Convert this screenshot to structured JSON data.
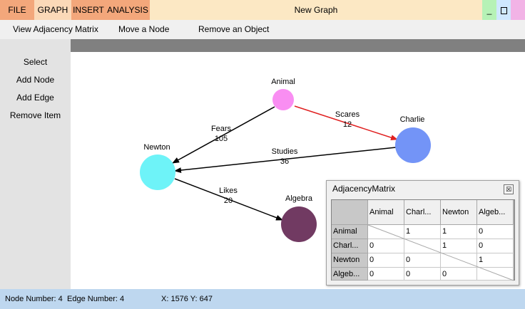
{
  "menu": {
    "file": "FILE",
    "graph": "GRAPH",
    "insert": "INSERT",
    "analysis": "ANALYSIS"
  },
  "window": {
    "title": "New Graph",
    "minimize": "_"
  },
  "toolbar": {
    "view_adjacency": "View Adjacency Matrix",
    "move_node": "Move a Node",
    "remove_object": "Remove an Object"
  },
  "sidebar": {
    "items": [
      "Select",
      "Add Node",
      "Add Edge",
      "Remove Item"
    ]
  },
  "graph": {
    "nodes": [
      {
        "name": "Animal",
        "color": "#f98ef2"
      },
      {
        "name": "Charlie",
        "color": "#7394f7"
      },
      {
        "name": "Newton",
        "color": "#6ef3f8"
      },
      {
        "name": "Algebra",
        "color": "#713a62"
      }
    ],
    "edges": [
      {
        "from": "Animal",
        "to": "Newton",
        "label": "Fears",
        "weight": "105",
        "color": "#000000"
      },
      {
        "from": "Animal",
        "to": "Charlie",
        "label": "Scares",
        "weight": "12",
        "color": "#e02020"
      },
      {
        "from": "Charlie",
        "to": "Newton",
        "label": "Studies",
        "weight": "36",
        "color": "#000000"
      },
      {
        "from": "Newton",
        "to": "Algebra",
        "label": "Likes",
        "weight": "20",
        "color": "#000000"
      }
    ]
  },
  "status": {
    "node_number": "Node Number:  4",
    "edge_number": "Edge Number:  4",
    "coords": "X:  1576  Y:  647"
  },
  "adjacency": {
    "title": "AdjacencyMatrix",
    "close": "☒",
    "columns": [
      "Animal",
      "Charl...",
      "Newton",
      "Algeb..."
    ],
    "rows": [
      {
        "label": "Animal",
        "cells": [
          "",
          "1",
          "1",
          "0"
        ]
      },
      {
        "label": "Charl...",
        "cells": [
          "0",
          "",
          "1",
          "0"
        ]
      },
      {
        "label": "Newton",
        "cells": [
          "0",
          "0",
          "",
          "1"
        ]
      },
      {
        "label": "Algeb...",
        "cells": [
          "0",
          "0",
          "0",
          ""
        ]
      }
    ]
  }
}
